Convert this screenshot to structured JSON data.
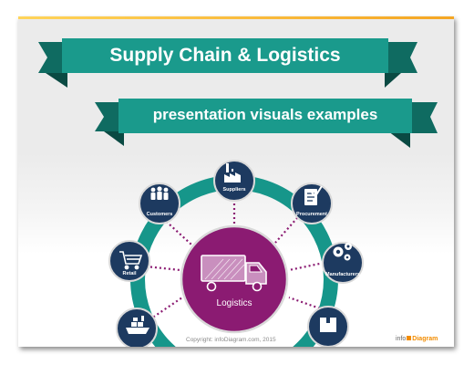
{
  "title": "Supply Chain & Logistics",
  "subtitle": "presentation visuals examples",
  "center": {
    "label": "Logistics",
    "icon": "delivery-truck-icon"
  },
  "nodes": [
    {
      "id": "suppliers",
      "label": "Suppliers",
      "icon": "factory-icon"
    },
    {
      "id": "procurement",
      "label": "Procurement",
      "icon": "checklist-icon"
    },
    {
      "id": "manufacturers",
      "label": "Manufacturers",
      "icon": "gears-icon"
    },
    {
      "id": "warehouse",
      "label": "",
      "icon": "box-icon"
    },
    {
      "id": "shipping",
      "label": "",
      "icon": "cargo-ship-icon"
    },
    {
      "id": "retail",
      "label": "Retail",
      "icon": "shopping-cart-icon"
    },
    {
      "id": "customers",
      "label": "Customers",
      "icon": "people-icon"
    }
  ],
  "footer": {
    "copyright": "Copyright: infoDiagram.com, 2015",
    "logo_info": "info",
    "logo_diagram": "Diagram"
  },
  "colors": {
    "teal": "#1a9a8c",
    "teal_dark": "#0f6b61",
    "navy": "#1d3a60",
    "purple": "#8b1b72",
    "ring": "#16968a"
  }
}
